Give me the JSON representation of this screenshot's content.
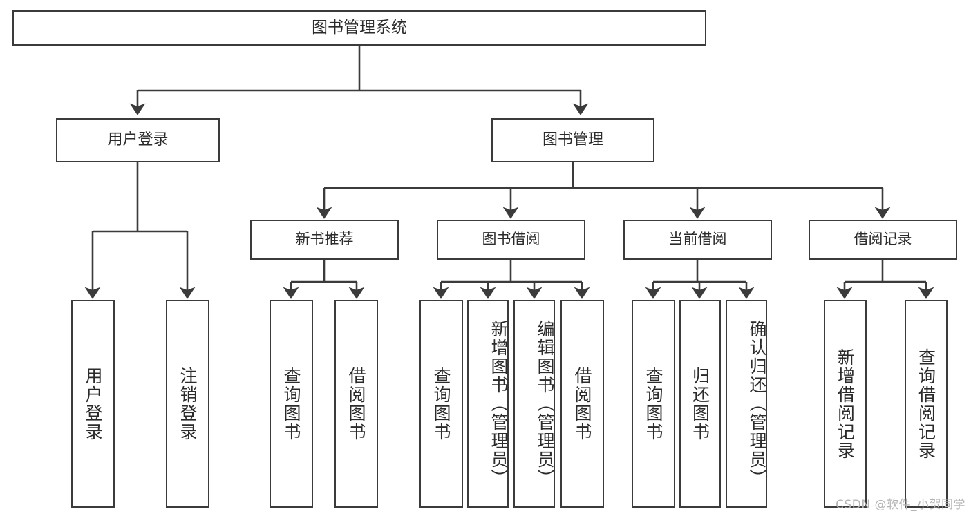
{
  "diagram": {
    "title": "图书管理系统",
    "watermark": "CSDN @软件_小贺同学",
    "colors": {
      "border": "#3b3b3b",
      "text": "#2b2b2b",
      "background": "#ffffff",
      "connector": "#3b3b3b",
      "watermark": "#b4b4b4"
    },
    "root": {
      "label": "图书管理系统"
    },
    "level2": [
      {
        "label": "用户登录"
      },
      {
        "label": "图书管理"
      }
    ],
    "level3": [
      {
        "label": "新书推荐"
      },
      {
        "label": "图书借阅"
      },
      {
        "label": "当前借阅"
      },
      {
        "label": "借阅记录"
      }
    ],
    "leaves": {
      "user_login": [
        {
          "label": "用户登录"
        },
        {
          "label": "注销登录"
        }
      ],
      "new_book_recommend": [
        {
          "label": "查询图书"
        },
        {
          "label": "借阅图书"
        }
      ],
      "book_borrow": [
        {
          "label": "查询图书"
        },
        {
          "label": "新增图书（管理员）"
        },
        {
          "label": "编辑图书（管理员）"
        },
        {
          "label": "借阅图书"
        }
      ],
      "current_borrow": [
        {
          "label": "查询图书"
        },
        {
          "label": "归还图书"
        },
        {
          "label": "确认归还（管理员）"
        }
      ],
      "borrow_record": [
        {
          "label": "新增借阅记录"
        },
        {
          "label": "查询借阅记录"
        }
      ]
    }
  }
}
